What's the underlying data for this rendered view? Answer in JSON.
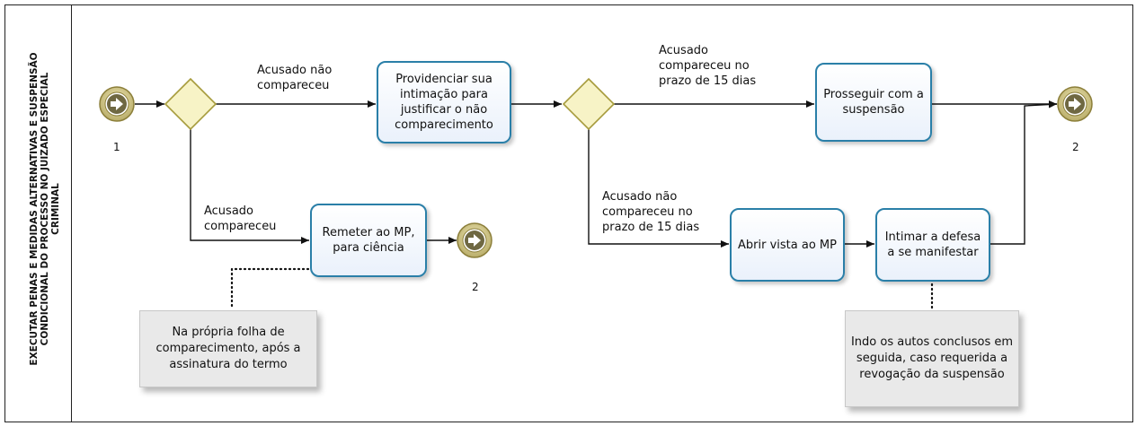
{
  "lane": {
    "title": "EXECUTAR PENAS E MEDIDAS ALTERNATIVAS E SUSPENSÃO\nCONDICIONAL DO PROCESSO NO JUIZADO ESPECIAL\nCRIMINAL"
  },
  "events": {
    "start_label": "1",
    "end1_label": "2",
    "end2_label": "2"
  },
  "tasks": {
    "providenciar": "Providenciar sua intimação para justificar o não comparecimento",
    "remeter": "Remeter ao MP, para ciência",
    "prosseguir": "Prosseguir com a suspensão",
    "abrir": "Abrir vista ao MP",
    "intimar": "Intimar a defesa a se manifestar"
  },
  "flows": {
    "nao_compareceu": "Acusado não\ncompareceu",
    "compareceu": "Acusado\ncompareceu",
    "compareceu_prazo": "Acusado\ncompareceu no\nprazo de 15 dias",
    "nao_compareceu_prazo": "Acusado não\ncompareceu no\nprazo de 15 dias"
  },
  "notes": {
    "folha": "Na própria folha de comparecimento, após a assinatura do termo",
    "autos": "Indo os autos conclusos em seguida, caso requerida a revogação da suspensão"
  },
  "colors": {
    "task_border": "#2a7fa8",
    "gateway_fill": "#f7f3c6",
    "gateway_stroke": "#a69b3c",
    "event_fill": "#cfc589",
    "event_stroke": "#8c7f3a"
  }
}
